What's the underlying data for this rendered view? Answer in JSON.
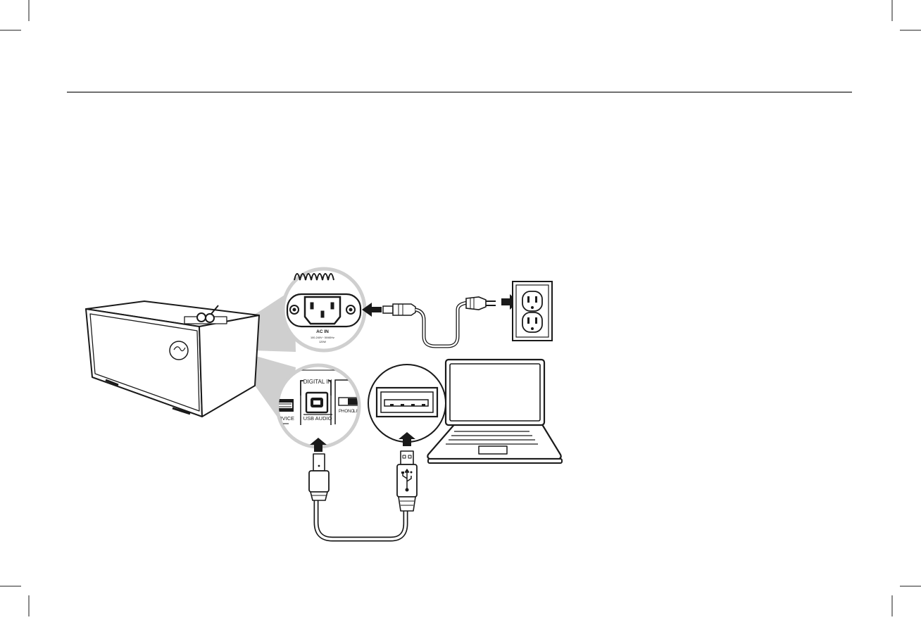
{
  "diagram": {
    "ac_panel": {
      "label": "AC IN",
      "rating_line1": "100-240V~ 50/60Hz",
      "rating_line2": "120W"
    },
    "usb_panel": {
      "digital_in_label": "DIGITAL IN",
      "usb_audio_label": "USB AUDIO",
      "service_label": "SERVICE",
      "phono_label": "PHONO",
      "line_label": "LINE"
    },
    "colors": {
      "stroke": "#1a1a1a",
      "callout_fill": "#cfcfcf",
      "background": "#ffffff"
    },
    "icons": [
      "speaker",
      "power-socket",
      "power-cord",
      "wall-outlet",
      "usb-b-port",
      "usb-a-port",
      "usb-cable",
      "laptop",
      "arrow"
    ]
  }
}
